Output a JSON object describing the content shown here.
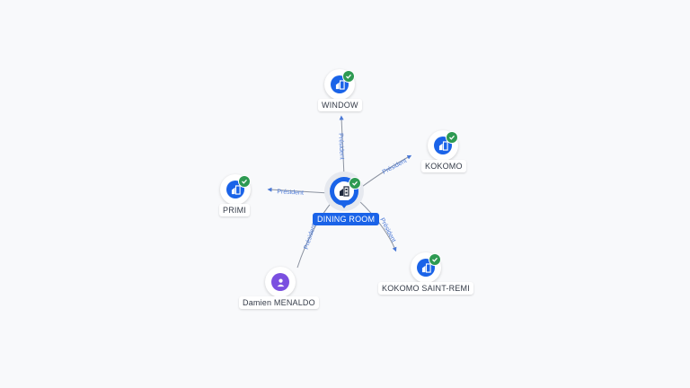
{
  "center": {
    "label": "DINING ROOM",
    "icon": "building-icon",
    "status": "verified-check-icon"
  },
  "nodes": [
    {
      "id": "window",
      "label": "WINDOW",
      "icon": "building-icon",
      "verified": true
    },
    {
      "id": "kokomo",
      "label": "KOKOMO",
      "icon": "building-icon",
      "verified": true
    },
    {
      "id": "primi",
      "label": "PRIMI",
      "icon": "building-icon",
      "verified": true
    },
    {
      "id": "kokomo-saint-remi",
      "label": "KOKOMO SAINT-REMI",
      "icon": "building-icon",
      "verified": true
    },
    {
      "id": "damien-menaldo",
      "label": "Damien MENALDO",
      "icon": "person-icon",
      "verified": false
    }
  ],
  "edges": [
    {
      "to": "window",
      "label": "Président"
    },
    {
      "to": "kokomo",
      "label": "Président"
    },
    {
      "to": "primi",
      "label": "Président"
    },
    {
      "to": "kokomo-saint-remi",
      "label": "Président"
    },
    {
      "to": "damien-menaldo",
      "label": "Président"
    }
  ],
  "colors": {
    "accent": "#1a63e8",
    "verified": "#2e9a52",
    "person": "#7a4fe0",
    "edge": "#8c93a0",
    "edge_label": "#4a78d6"
  }
}
